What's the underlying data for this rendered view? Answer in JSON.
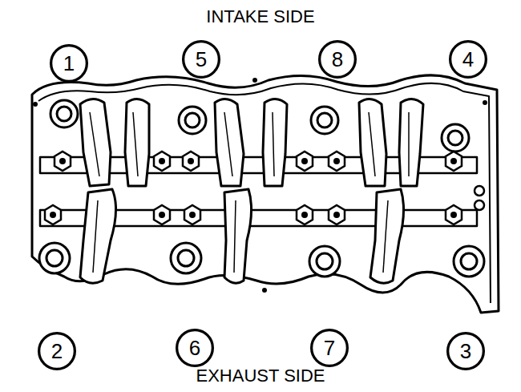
{
  "diagram": {
    "nodes": [
      {
        "text": [
          "1"
        ]
      },
      {
        "text": [
          "5"
        ]
      },
      {
        "text": [
          "8"
        ]
      },
      {
        "text": [
          "4"
        ]
      },
      {
        "text": [
          "2"
        ]
      },
      {
        "text": [
          "6"
        ]
      },
      {
        "text": [
          "7"
        ]
      },
      {
        "text": [
          "3"
        ]
      }
    ],
    "labels": [
      "INTAKE SIDE",
      "EXHAUST SIDE"
    ]
  }
}
